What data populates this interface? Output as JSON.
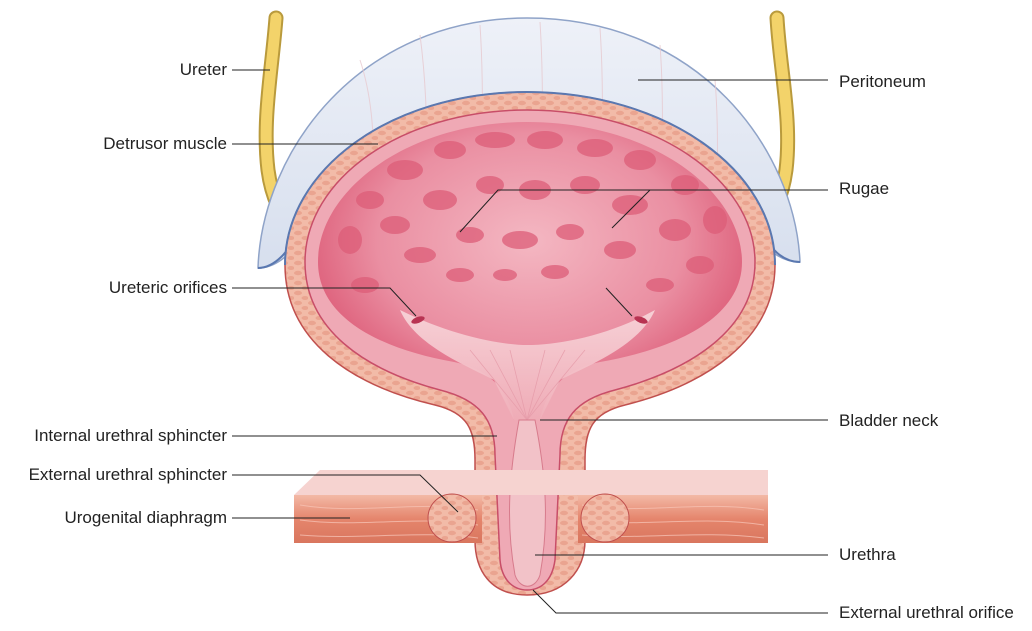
{
  "labels": {
    "ureter": "Ureter",
    "detrusor_muscle": "Detrusor muscle",
    "ureteric_orifices": "Ureteric orifices",
    "internal_urethral_sphincter": "Internal urethral sphincter",
    "external_urethral_sphincter": "External urethral sphincter",
    "urogenital_diaphragm": "Urogenital diaphragm",
    "peritoneum": "Peritoneum",
    "rugae": "Rugae",
    "bladder_neck": "Bladder neck",
    "urethra": "Urethra",
    "external_urethral_orifice": "External urethral orifice"
  },
  "colors": {
    "peritoneum": "#dfe6f2",
    "ureter": "#f3d36a",
    "muscle_wall": "#f1b7a6",
    "mucosa": "#e6657f",
    "lumen_light": "#f7c9cf",
    "diaphragm": "#e58b74",
    "leader": "#222222"
  }
}
